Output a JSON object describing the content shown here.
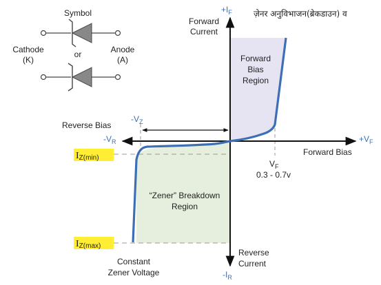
{
  "caption": "ज़ेनर अनुविभाजन(ब्रेकडाउन) व",
  "symbol": {
    "title": "Symbol",
    "or": "or",
    "cathode": "Cathode",
    "cathode_abbr": "(K)",
    "anode": "Anode",
    "anode_abbr": "(A)"
  },
  "axes": {
    "plus_if": "+I",
    "plus_if_sub": "F",
    "forward_current_1": "Forward",
    "forward_current_2": "Current",
    "plus_vf": "+V",
    "plus_vf_sub": "F",
    "forward_bias": "Forward Bias",
    "minus_vr": "-V",
    "minus_vr_sub": "R",
    "reverse_bias": "Reverse Bias",
    "minus_vz": "-V",
    "minus_vz_sub": "Z",
    "minus_ir": "-I",
    "minus_ir_sub": "R",
    "reverse_current_1": "Reverse",
    "reverse_current_2": "Current"
  },
  "vf_marker": {
    "label": "V",
    "label_sub": "F",
    "range": "0.3 - 0.7v"
  },
  "regions": {
    "forward_1": "Forward",
    "forward_2": "Bias",
    "forward_3": "Region",
    "zener_1": "“Zener” Breakdown",
    "zener_2": "Region"
  },
  "currents": {
    "iz_min": "I",
    "iz_min_sub": "Z(min)",
    "iz_max": "I",
    "iz_max_sub": "Z(max)"
  },
  "constant_voltage_1": "Constant",
  "constant_voltage_2": "Zener Voltage",
  "colors": {
    "curve": "#3d6fb5",
    "forward_fill": "#e6e4f3",
    "zener_fill": "#e6efdd",
    "highlight": "#ffee33",
    "label_blue": "#3d6fb5"
  }
}
